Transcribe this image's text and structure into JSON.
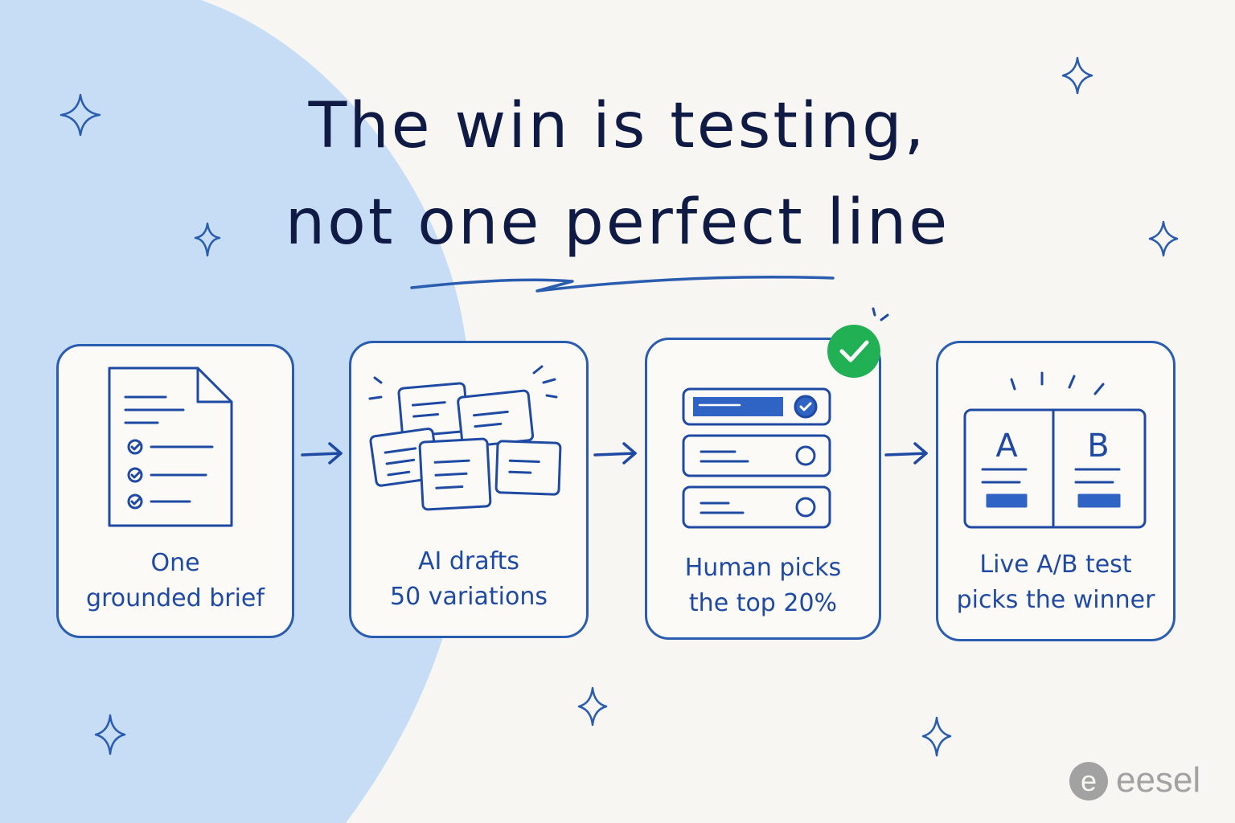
{
  "title": {
    "line1": "The win is testing,",
    "line2": "not one perfect line"
  },
  "steps": [
    {
      "line1": "One",
      "line2": "grounded brief",
      "icon": "checklist-document-icon"
    },
    {
      "line1": "AI drafts",
      "line2": "50 variations",
      "icon": "draft-cards-icon"
    },
    {
      "line1": "Human picks",
      "line2": "the top 20%",
      "icon": "ranked-list-icon"
    },
    {
      "line1": "Live A/B test",
      "line2": "picks the winner",
      "icon": "ab-split-icon"
    }
  ],
  "ab_labels": {
    "a": "A",
    "b": "B"
  },
  "brand": {
    "name": "eesel",
    "logo_letter": "e"
  },
  "colors": {
    "ink": "#0f1b44",
    "accent": "#2a5db0",
    "accent_light": "#c7dcf5",
    "success": "#22b055",
    "logo": "#a2a2a2",
    "background": "#f7f6f2"
  }
}
